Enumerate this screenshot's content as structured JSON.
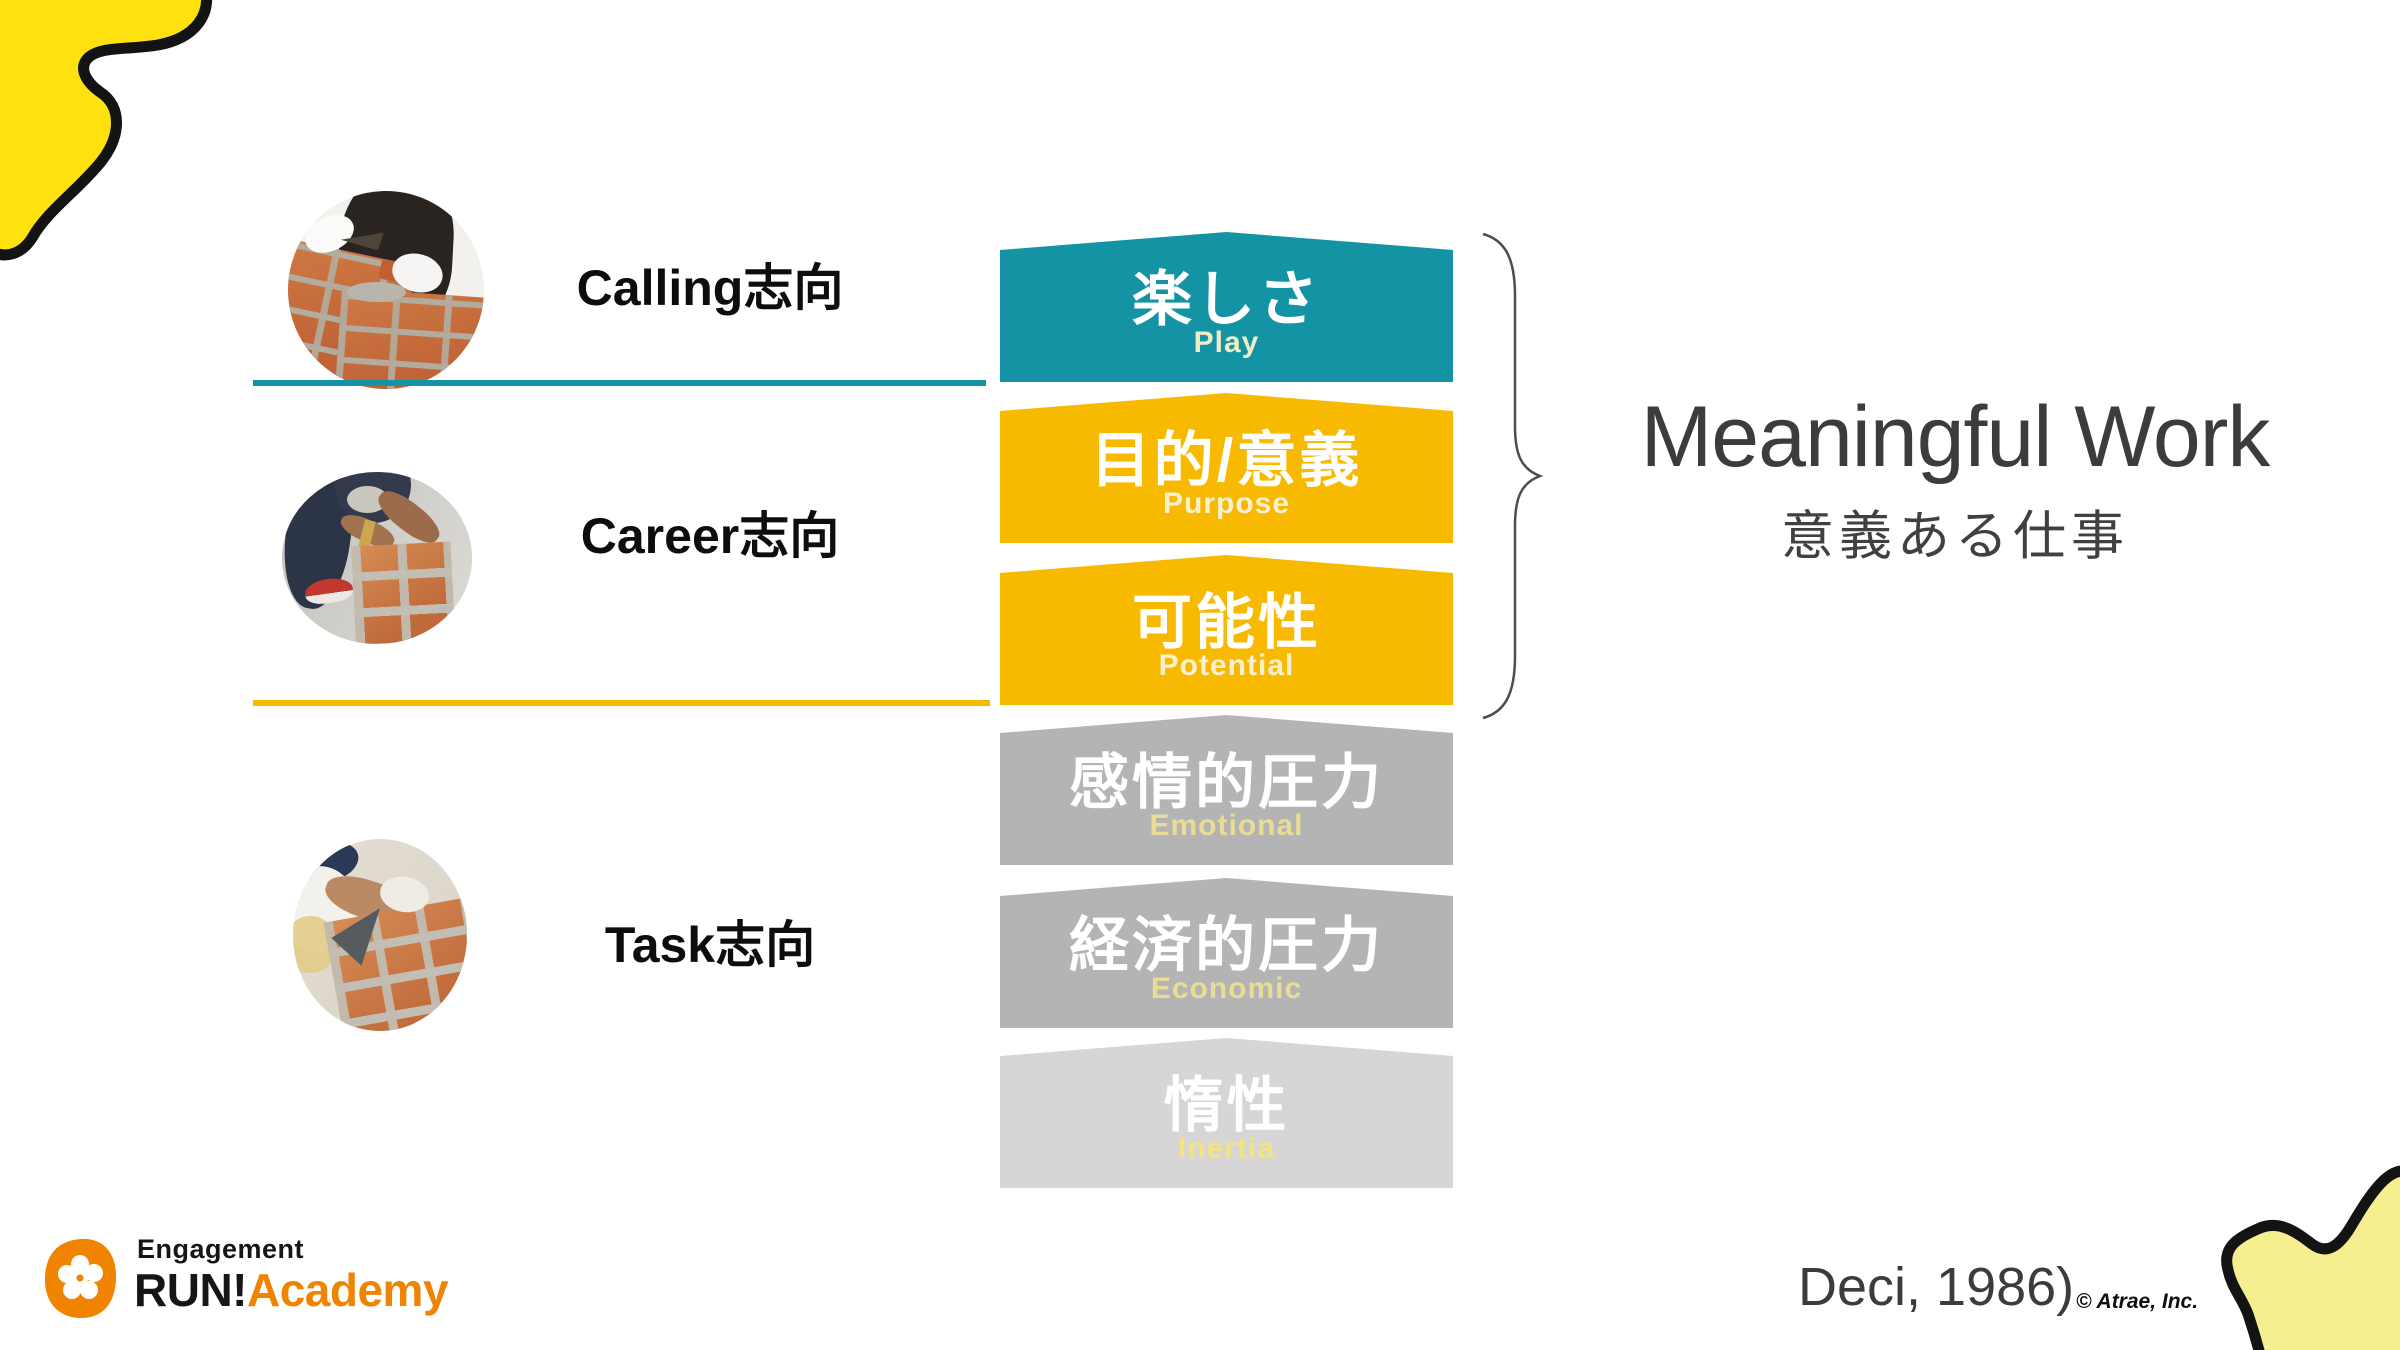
{
  "slide": {
    "background": "#FFFFFF",
    "decor": {
      "top_left_blob_color": "#FFE10E",
      "bottom_right_blob_color": "#F5EF8F",
      "blob_outline_color": "#131313"
    },
    "rows": [
      {
        "label": "Calling志向",
        "underline_color": "#1493A4",
        "photo": "bricklayer-white-gloves-closeup"
      },
      {
        "label": "Career志向",
        "underline_color": "#F8BA00",
        "photo": "bricklayer-crouching-building-column"
      },
      {
        "label": "Task志向",
        "underline_color": "",
        "photo": "bricklayer-trowel-on-wall"
      }
    ],
    "banners": [
      {
        "jp": "楽しさ",
        "en": "Play",
        "fill": "#1493A4",
        "en_color": "#EFEDC5"
      },
      {
        "jp": "目的/意義",
        "en": "Purpose",
        "fill": "#F8BA00",
        "en_color": "#F8F0D0"
      },
      {
        "jp": "可能性",
        "en": "Potential",
        "fill": "#F8BA00",
        "en_color": "#F8F0D0"
      },
      {
        "jp": "感情的圧力",
        "en": "Emotional",
        "fill": "#B4B4B4",
        "en_color": "#E9DC95"
      },
      {
        "jp": "経済的圧力",
        "en": "Economic",
        "fill": "#B4B4B4",
        "en_color": "#E9DC95"
      },
      {
        "jp": "惰性",
        "en": "Inertia",
        "fill": "#D7D6D5",
        "en_color": "#F2E385"
      }
    ],
    "result": {
      "title": "Meaningful Work",
      "subtitle": "意義ある仕事"
    },
    "citation": "Deci, 1986)",
    "copyright": "© Atrae, Inc.",
    "logo": {
      "top": "Engagement",
      "brand_black": "RUN!",
      "brand_orange": "Academy",
      "orange": "#F08300"
    }
  }
}
